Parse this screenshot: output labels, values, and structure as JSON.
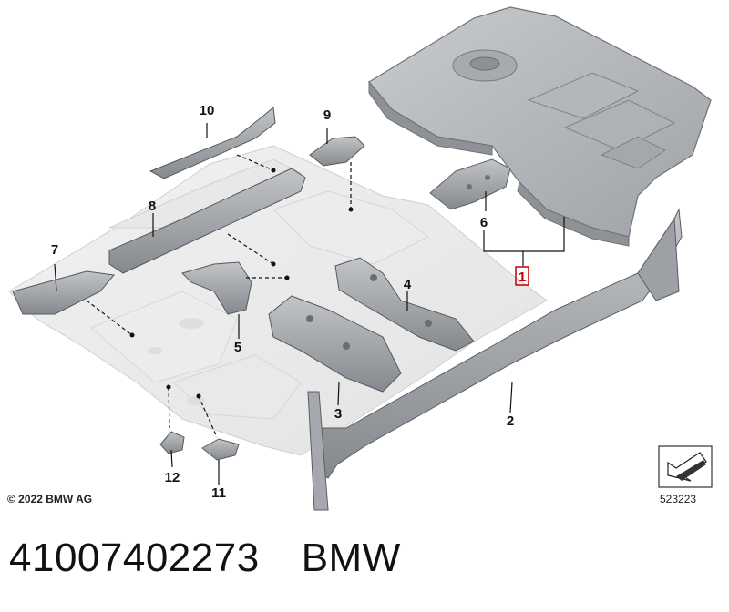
{
  "diagram": {
    "callouts": [
      {
        "id": "c1",
        "label": "1",
        "highlight": true
      },
      {
        "id": "c2",
        "label": "2"
      },
      {
        "id": "c3",
        "label": "3"
      },
      {
        "id": "c4",
        "label": "4"
      },
      {
        "id": "c5",
        "label": "5"
      },
      {
        "id": "c6",
        "label": "6"
      },
      {
        "id": "c7",
        "label": "7"
      },
      {
        "id": "c8",
        "label": "8"
      },
      {
        "id": "c9",
        "label": "9"
      },
      {
        "id": "c10",
        "label": "10"
      },
      {
        "id": "c11",
        "label": "11"
      },
      {
        "id": "c12",
        "label": "12"
      }
    ],
    "copyright": "© 2022 BMW AG",
    "image_number": "523223"
  },
  "caption": {
    "part_number": "41007402273",
    "brand": "BMW"
  }
}
